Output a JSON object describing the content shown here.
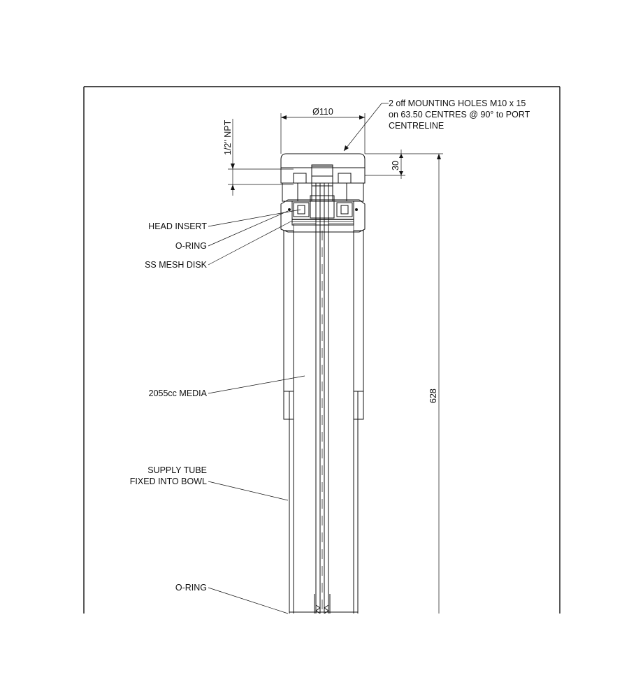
{
  "drawing": {
    "mounting_note": {
      "line1": "2 off MOUNTING HOLES M10 x 15",
      "line2": "on 63.50 CENTRES @ 90° to PORT",
      "line3": "CENTRELINE"
    },
    "dimensions": {
      "diameter": "Ø110",
      "npt": "1/2\" NPT",
      "head_height": "30",
      "overall_length": "628"
    },
    "callouts": {
      "head_insert": "HEAD INSERT",
      "o_ring_top": "O-RING",
      "ss_mesh_disk": "SS MESH DISK",
      "media": "2055cc MEDIA",
      "supply_tube_line1": "SUPPLY TUBE",
      "supply_tube_line2": "FIXED INTO BOWL",
      "o_ring_bottom": "O-RING"
    }
  }
}
